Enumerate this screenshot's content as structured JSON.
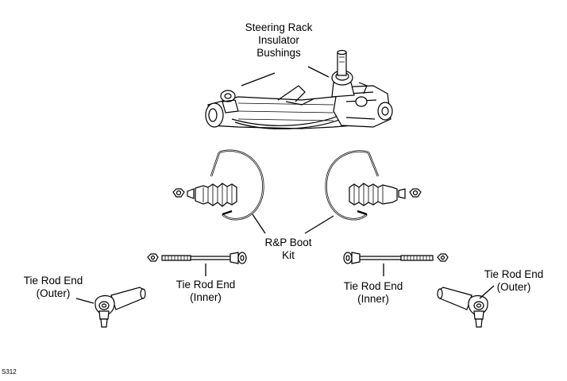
{
  "labels": {
    "insulator": [
      "Steering Rack",
      "Insulator",
      "Bushings"
    ],
    "boot_kit": [
      "R&P Boot",
      "Kit"
    ],
    "inner_left": [
      "Tie Rod End",
      "(Inner)"
    ],
    "inner_right": [
      "Tie Rod End",
      "(Inner)"
    ],
    "outer_left": [
      "Tie Rod End",
      "(Outer)"
    ],
    "outer_right": [
      "Tie Rod End",
      "(Outer)"
    ]
  },
  "figure_id": "S312"
}
